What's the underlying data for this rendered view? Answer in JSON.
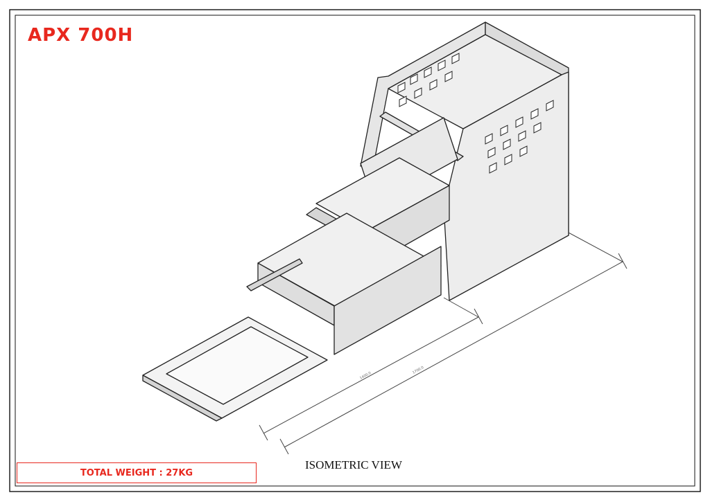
{
  "sheet": {
    "title": "APX 700H",
    "total_weight": "TOTAL WEIGHT : 27KG",
    "view_label": "ISOMETRIC VIEW",
    "dimensions": [
      "1400.0",
      "1700.0"
    ]
  },
  "colors": {
    "accent": "#e8281e",
    "frame": "#111111",
    "panel": "#ececec",
    "panel_dark": "#d9d9d9",
    "line": "#222222"
  }
}
